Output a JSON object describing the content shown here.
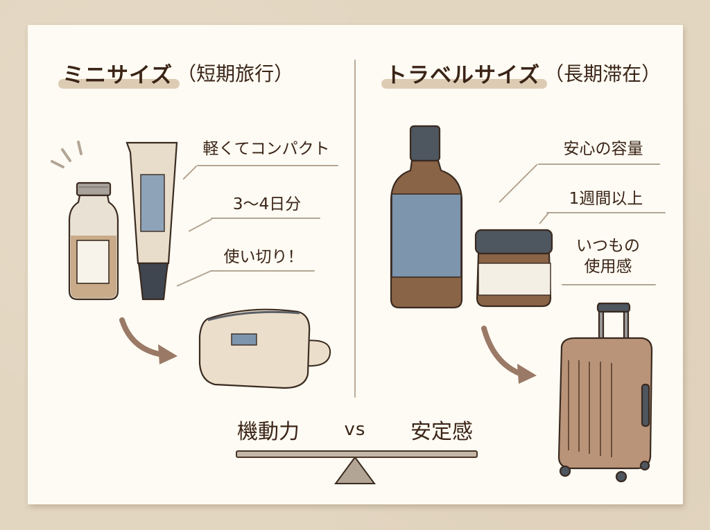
{
  "left_panel": {
    "heading_main": "ミニサイズ",
    "heading_sub": "（短期旅行）",
    "callouts": [
      {
        "text": "軽くてコンパクト"
      },
      {
        "text": "3〜4日分"
      },
      {
        "text": "使い切り！"
      }
    ],
    "illustrations": [
      "small-glass-bottle",
      "small-tube",
      "toiletry-pouch"
    ]
  },
  "right_panel": {
    "heading_main": "トラベルサイズ",
    "heading_sub": "（長期滞在）",
    "callouts": [
      {
        "text": "安心の容量"
      },
      {
        "text": "1週間以上"
      },
      {
        "text": "いつもの",
        "text2": "使用感"
      }
    ],
    "illustrations": [
      "large-bottle",
      "cream-jar",
      "suitcase"
    ]
  },
  "balance": {
    "left_term": "機動力",
    "vs": "vs",
    "right_term": "安定感"
  },
  "colors": {
    "background": "#e3d6c1",
    "card": "#fdfbf3",
    "text": "#3b2417",
    "highlight": "#d9c6ad",
    "accent_blue": "#7d95ad",
    "arrow": "#9a7a66"
  }
}
